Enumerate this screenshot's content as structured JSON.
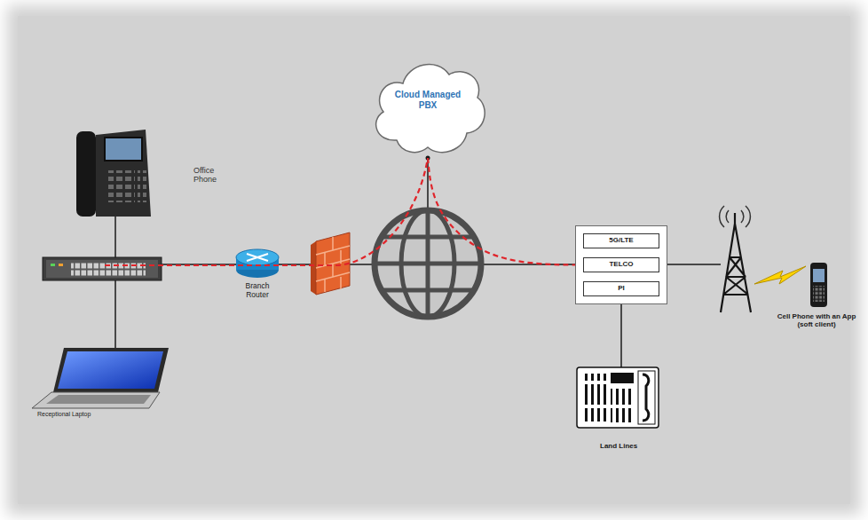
{
  "diagram": {
    "nodes": [
      {
        "text": [
          "Cloud Managed PBX"
        ]
      },
      {
        "text": []
      },
      {
        "text": [
          "5G/LTE"
        ],
        "in": 1
      },
      {
        "text": [
          "TELCO"
        ],
        "in": 1
      },
      {
        "text": [
          "PI"
        ],
        "in": 1
      }
    ],
    "edges": [
      {
        "from": 0,
        "to": 3,
        "arrow": "none"
      }
    ],
    "labels": [
      "Office Phone",
      "Branch Router",
      "Receptional Laptop",
      "Land Lines",
      "Cell Phone with an App (soft client)"
    ]
  }
}
